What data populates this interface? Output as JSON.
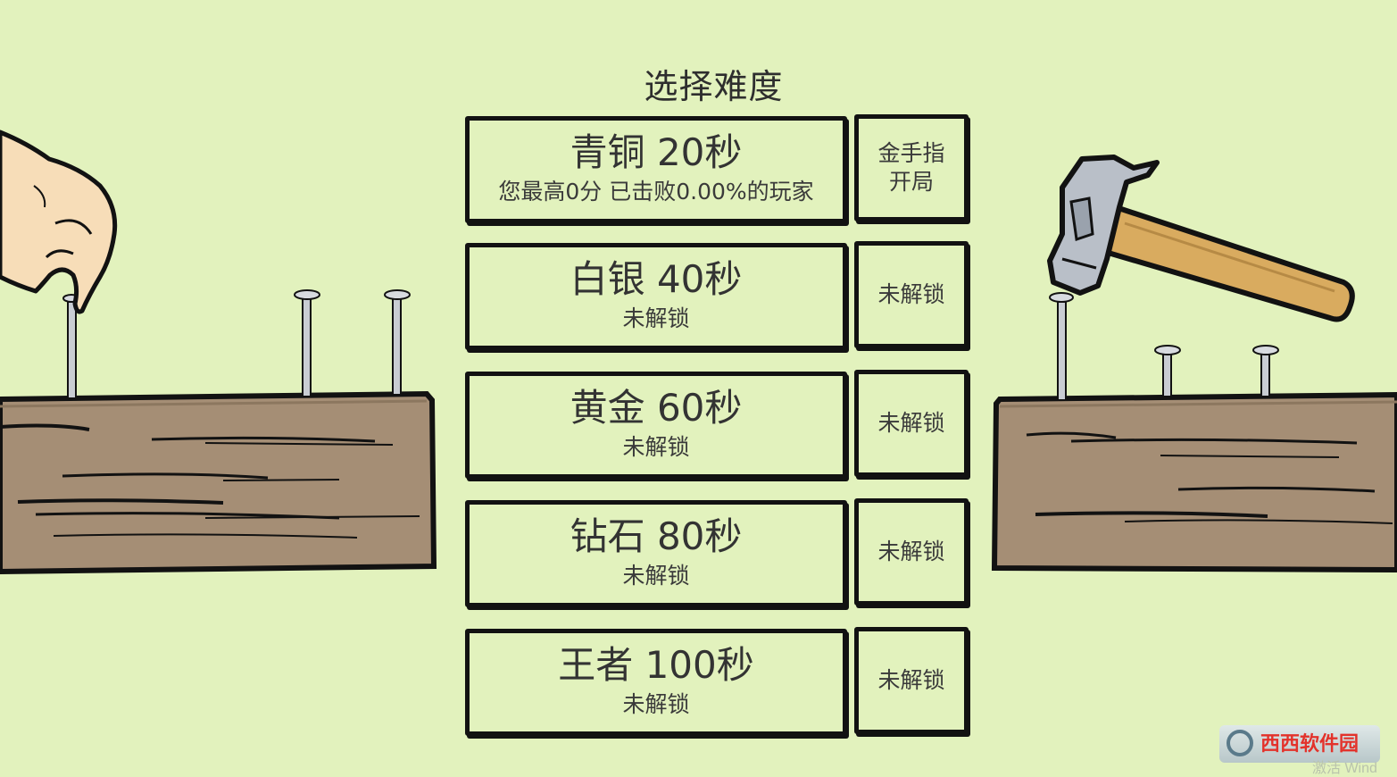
{
  "screen_title": "选择难度",
  "levels": [
    {
      "name": "青铜 20秒",
      "sub": "您最高0分 已击败0.00%的玩家",
      "side": "金手指开局"
    },
    {
      "name": "白银 40秒",
      "sub": "未解锁",
      "side": "未解锁"
    },
    {
      "name": "黄金 60秒",
      "sub": "未解锁",
      "side": "未解锁"
    },
    {
      "name": "钻石 80秒",
      "sub": "未解锁",
      "side": "未解锁"
    },
    {
      "name": "王者 100秒",
      "sub": "未解锁",
      "side": "未解锁"
    }
  ],
  "watermark": "西西软件园",
  "activate_text": "激活 Wind",
  "colors": {
    "background": "#e2f2bd",
    "wood": "#a58e75",
    "border": "#121212",
    "hammer_handle": "#d9ab5f",
    "hammer_head": "#b9bfc8"
  },
  "icons": [
    "hand-icon",
    "hammer-icon",
    "nail-icon",
    "wood-plank"
  ]
}
